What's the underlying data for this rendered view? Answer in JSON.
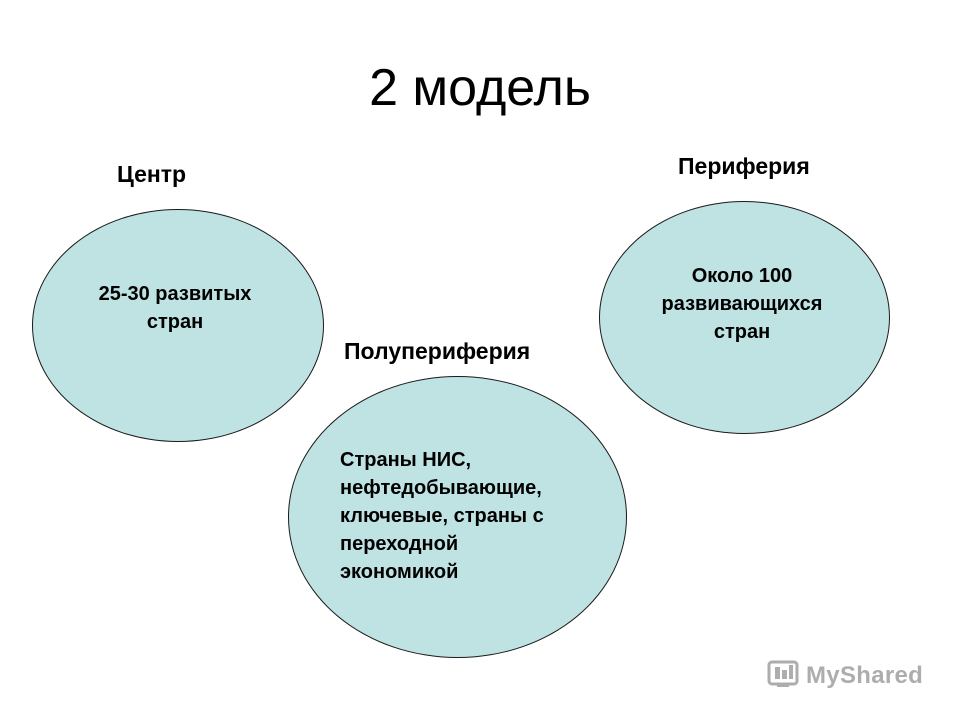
{
  "title": "2 модель",
  "labels": {
    "center": "Центр",
    "periphery": "Периферия",
    "semi_periphery": "Полупериферия"
  },
  "ellipses": {
    "center": {
      "lines": [
        "25-30 развитых",
        "стран"
      ]
    },
    "periphery": {
      "lines": [
        "Около 100",
        "развивающихся",
        "стран"
      ]
    },
    "semi_periphery": {
      "lines": [
        "Страны НИС,",
        "нефтедобывающие,",
        "ключевые, страны с",
        "переходной",
        "экономикой"
      ]
    }
  },
  "colors": {
    "ellipse_fill": "#bfe2e2",
    "ellipse_stroke": "#1a1a1a"
  },
  "watermark": {
    "text": "MyShared",
    "icon": "myshared-logo-icon"
  }
}
